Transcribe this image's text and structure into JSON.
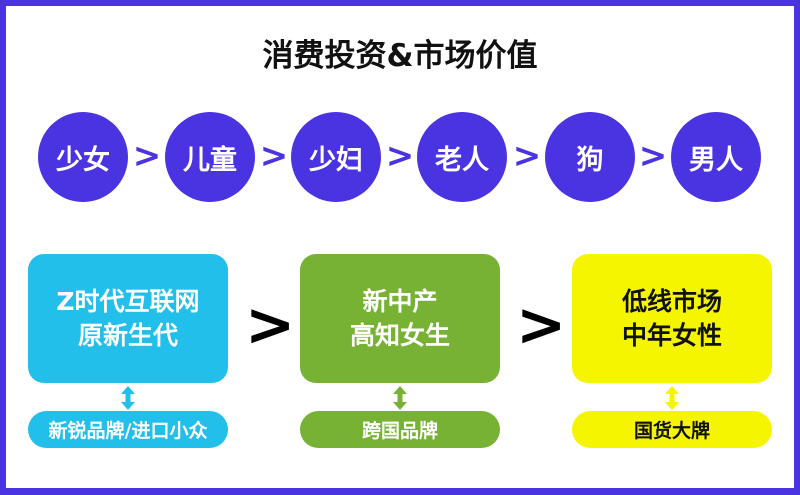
{
  "title": "消费投资&市场价值",
  "ranking": [
    "少女",
    "儿童",
    "少妇",
    "老人",
    "狗",
    "男人"
  ],
  "separator": ">",
  "tiers": [
    {
      "lines": [
        "Z时代互联网",
        "原新生代"
      ],
      "brands": "新锐品牌/进口小众",
      "color": "#22bfea",
      "text_color": "#ffffff"
    },
    {
      "lines": [
        "新中产",
        "高知女生"
      ],
      "brands": "跨国品牌",
      "color": "#78b235",
      "text_color": "#ffffff"
    },
    {
      "lines": [
        "低线市场",
        "中年女性"
      ],
      "brands": "国货大牌",
      "color": "#f5f500",
      "text_color": "#111111"
    }
  ],
  "colors": {
    "accent": "#4a33e0"
  }
}
